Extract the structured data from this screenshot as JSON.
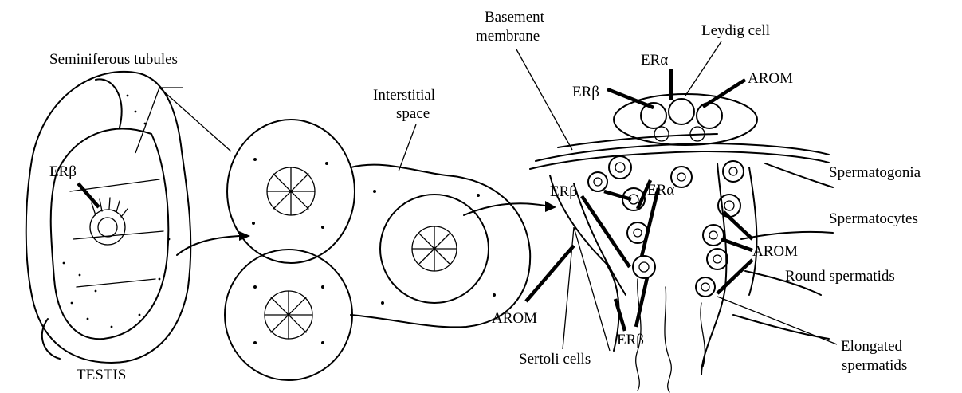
{
  "labels": {
    "seminiferous_tubules": "Seminiferous tubules",
    "testis": "TESTIS",
    "er_beta_testis": "ERβ",
    "interstitial_space_line1": "Interstitial",
    "interstitial_space_line2": "space",
    "basement_membrane_line1": "Basement",
    "basement_membrane_line2": "membrane",
    "leydig_cell": "Leydig cell",
    "er_beta_leydig": "ERβ",
    "er_alpha_leydig": "ERα",
    "arom_leydig": "AROM",
    "er_beta_epithelium": "ERβ",
    "er_alpha_epithelium": "ERα",
    "arom_sertoli": "AROM",
    "er_beta_lower": "ERβ",
    "sertoli_cells": "Sertoli cells",
    "spermatogonia": "Spermatogonia",
    "spermatocytes": "Spermatocytes",
    "arom_germ": "AROM",
    "round_spermatids": "Round spermatids",
    "elongated_spermatids_line1": "Elongated",
    "elongated_spermatids_line2": "spermatids"
  }
}
